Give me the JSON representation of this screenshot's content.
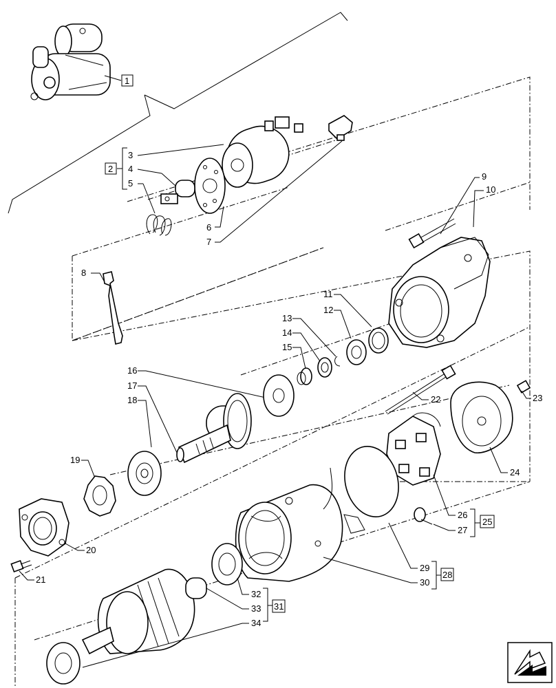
{
  "callouts": [
    "3",
    "4",
    "5",
    "6",
    "7",
    "8",
    "9",
    "10",
    "11",
    "12",
    "13",
    "14",
    "15",
    "16",
    "17",
    "18",
    "19",
    "20",
    "21",
    "22",
    "23",
    "24",
    "26",
    "27",
    "29",
    "30",
    "32",
    "33",
    "34"
  ],
  "group_refs": [
    "1",
    "2",
    "25",
    "28",
    "31"
  ],
  "icons": {
    "nav_arrow": "arrow-icon"
  }
}
